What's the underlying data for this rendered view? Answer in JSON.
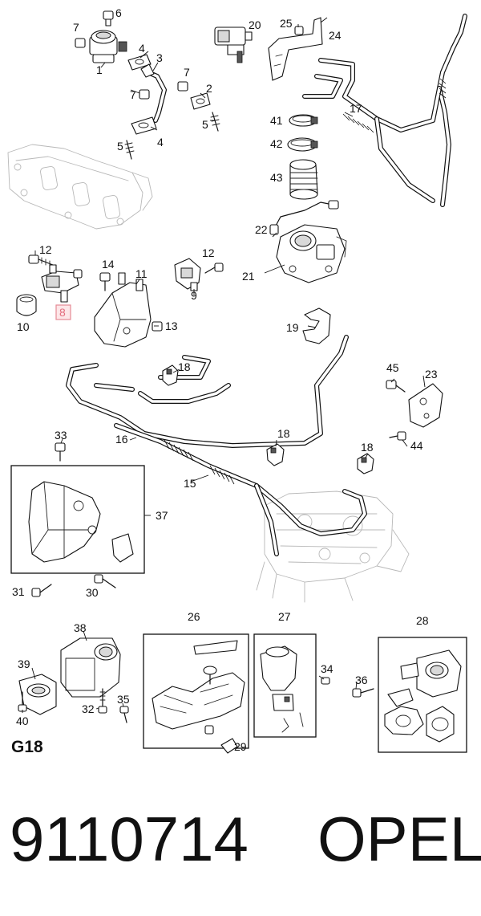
{
  "section_code": "G18",
  "footer": {
    "part_number": "9110714",
    "brand": "OPEL"
  },
  "highlighted_callout": "8",
  "callouts": {
    "c1": "1",
    "c2": "2",
    "c3": "3",
    "c4a": "4",
    "c4b": "4",
    "c5a": "5",
    "c5b": "5",
    "c6": "6",
    "c7a": "7",
    "c7b": "7",
    "c7c": "7",
    "c9": "9",
    "c10": "10",
    "c11": "11",
    "c12a": "12",
    "c12b": "12",
    "c13": "13",
    "c14": "14",
    "c15": "15",
    "c16": "16",
    "c17": "17",
    "c18a": "18",
    "c18b": "18",
    "c18c": "18",
    "c19": "19",
    "c20": "20",
    "c21": "21",
    "c22": "22",
    "c23": "23",
    "c24": "24",
    "c25": "25",
    "c26": "26",
    "c27": "27",
    "c28": "28",
    "c29": "29",
    "c30": "30",
    "c31": "31",
    "c32": "32",
    "c33": "33",
    "c34": "34",
    "c35": "35",
    "c36": "36",
    "c37": "37",
    "c38": "38",
    "c39": "39",
    "c40": "40",
    "c41": "41",
    "c42": "42",
    "c43": "43",
    "c44": "44",
    "c45": "45"
  }
}
